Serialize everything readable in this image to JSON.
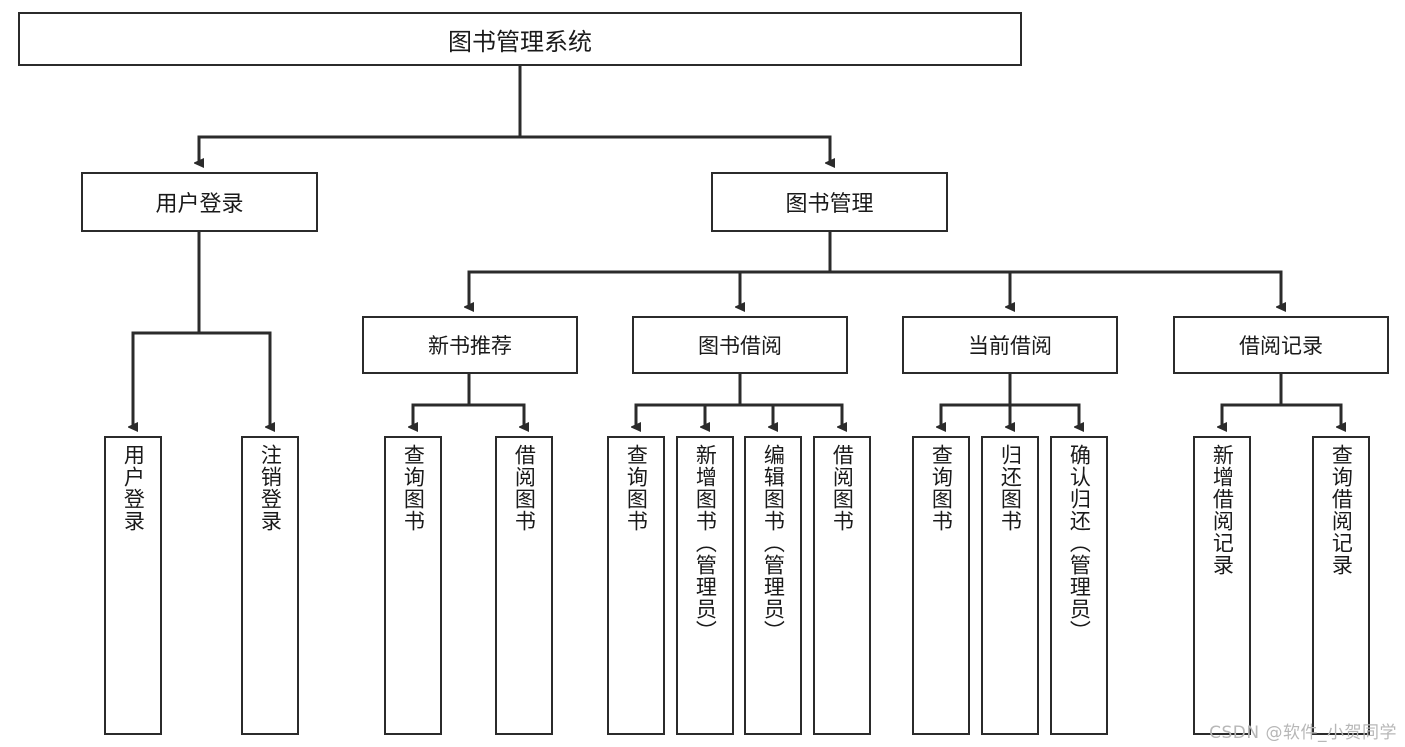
{
  "diagram": {
    "title": "图书管理系统",
    "watermark": "CSDN @软件_小贺同学",
    "colors": {
      "background": "#ffffff",
      "stroke": "#2b2b2b",
      "text": "#1a1a1a",
      "watermark": "#b7b7b7"
    },
    "root": {
      "label": "图书管理系统"
    },
    "level_two": [
      {
        "label": "用户登录"
      },
      {
        "label": "图书管理"
      }
    ],
    "level_three": [
      {
        "label": "新书推荐"
      },
      {
        "label": "图书借阅"
      },
      {
        "label": "当前借阅"
      },
      {
        "label": "借阅记录"
      }
    ],
    "leaves": {
      "user_login": [
        {
          "label": "用户登录"
        },
        {
          "label": "注销登录"
        }
      ],
      "new_book_recommend": [
        {
          "label": "查询图书"
        },
        {
          "label": "借阅图书"
        }
      ],
      "book_borrow": [
        {
          "label": "查询图书"
        },
        {
          "label": "新增图书（管理员）"
        },
        {
          "label": "编辑图书（管理员）"
        },
        {
          "label": "借阅图书"
        }
      ],
      "current_borrow": [
        {
          "label": "查询图书"
        },
        {
          "label": "归还图书"
        },
        {
          "label": "确认归还（管理员）"
        }
      ],
      "borrow_record": [
        {
          "label": "新增借阅记录"
        },
        {
          "label": "查询借阅记录"
        }
      ]
    }
  },
  "chart_data": {
    "type": "table",
    "title": "图书管理系统",
    "structure": "tree",
    "nodes": [
      {
        "id": "root",
        "label": "图书管理系统",
        "level": 1,
        "parent": null
      },
      {
        "id": "user-login",
        "label": "用户登录",
        "level": 2,
        "parent": "root"
      },
      {
        "id": "book-manage",
        "label": "图书管理",
        "level": 2,
        "parent": "root"
      },
      {
        "id": "new-book",
        "label": "新书推荐",
        "level": 3,
        "parent": "book-manage"
      },
      {
        "id": "book-borrow",
        "label": "图书借阅",
        "level": 3,
        "parent": "book-manage"
      },
      {
        "id": "current-borrow",
        "label": "当前借阅",
        "level": 3,
        "parent": "book-manage"
      },
      {
        "id": "borrow-record",
        "label": "借阅记录",
        "level": 3,
        "parent": "book-manage"
      },
      {
        "id": "leaf-user-login",
        "label": "用户登录",
        "level": 3,
        "parent": "user-login"
      },
      {
        "id": "leaf-logout",
        "label": "注销登录",
        "level": 3,
        "parent": "user-login"
      },
      {
        "id": "leaf-nb-query",
        "label": "查询图书",
        "level": 4,
        "parent": "new-book"
      },
      {
        "id": "leaf-nb-borrow",
        "label": "借阅图书",
        "level": 4,
        "parent": "new-book"
      },
      {
        "id": "leaf-bb-query",
        "label": "查询图书",
        "level": 4,
        "parent": "book-borrow"
      },
      {
        "id": "leaf-bb-add",
        "label": "新增图书（管理员）",
        "level": 4,
        "parent": "book-borrow"
      },
      {
        "id": "leaf-bb-edit",
        "label": "编辑图书（管理员）",
        "level": 4,
        "parent": "book-borrow"
      },
      {
        "id": "leaf-bb-borrow",
        "label": "借阅图书",
        "level": 4,
        "parent": "book-borrow"
      },
      {
        "id": "leaf-cb-query",
        "label": "查询图书",
        "level": 4,
        "parent": "current-borrow"
      },
      {
        "id": "leaf-cb-return",
        "label": "归还图书",
        "level": 4,
        "parent": "current-borrow"
      },
      {
        "id": "leaf-cb-confirm",
        "label": "确认归还（管理员）",
        "level": 4,
        "parent": "current-borrow"
      },
      {
        "id": "leaf-br-add",
        "label": "新增借阅记录",
        "level": 4,
        "parent": "borrow-record"
      },
      {
        "id": "leaf-br-query",
        "label": "查询借阅记录",
        "level": 4,
        "parent": "borrow-record"
      }
    ]
  }
}
